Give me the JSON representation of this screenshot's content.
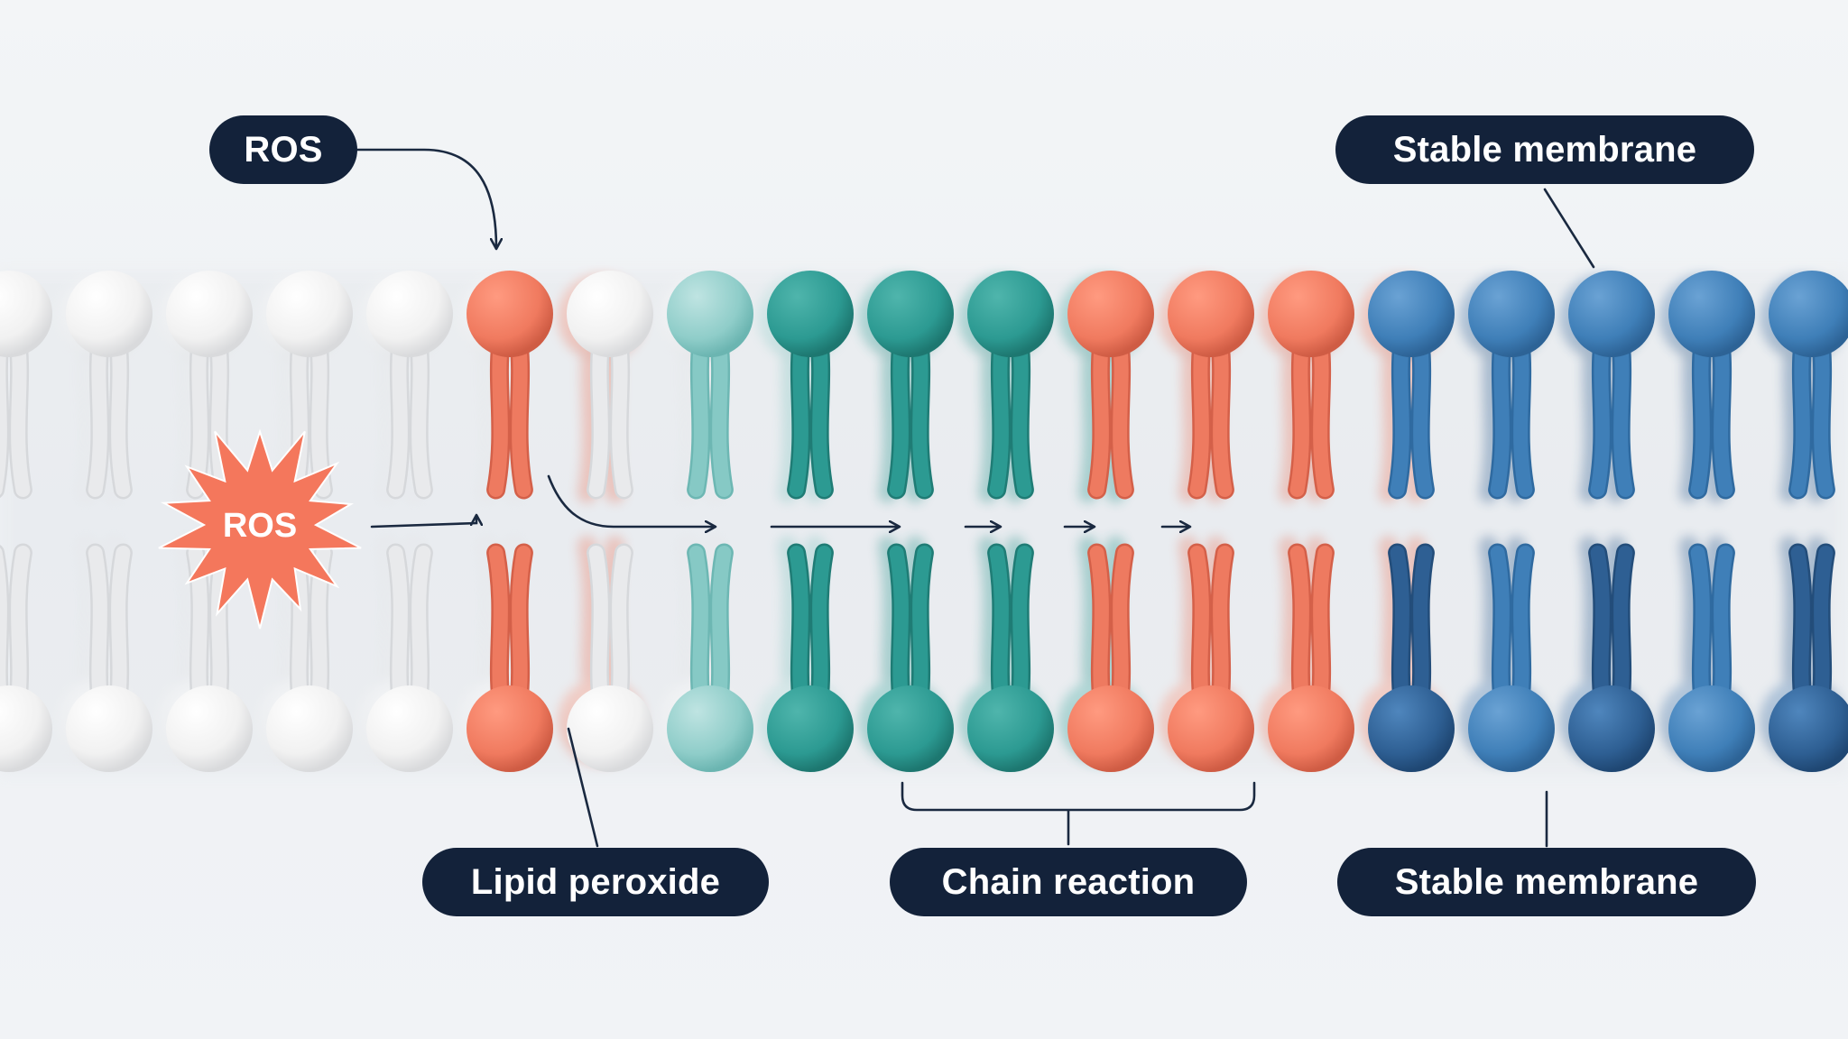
{
  "labels": {
    "ros_top": "ROS",
    "ros_star": "ROS",
    "stable_top": "Stable membrane",
    "lipid_peroxide": "Lipid peroxide",
    "chain_reaction": "Chain reaction",
    "stable_bottom": "Stable membrane"
  },
  "colors": {
    "white_lipid": "#f4f4f4",
    "oxidized": "#f07a5f",
    "teal": "#2c9a92",
    "teal_light": "#7cc4c1",
    "blue": "#3f7fb8",
    "blue_dark": "#2e5f93",
    "label_bg": "#13223a",
    "arrow": "#1a2940"
  },
  "membrane": {
    "lipid_colors": [
      "white",
      "white",
      "white",
      "white",
      "white",
      "oxidized",
      "white",
      "teal_light",
      "teal",
      "teal",
      "teal",
      "oxidized",
      "oxidized",
      "oxidized",
      "blue",
      "blue",
      "blue",
      "blue",
      "blue",
      "blue"
    ]
  }
}
